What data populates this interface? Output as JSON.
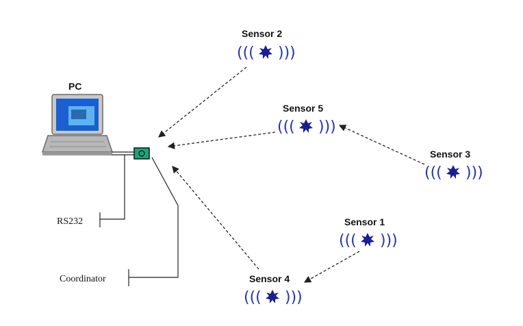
{
  "diagram": {
    "pc_label": "PC",
    "rs232_label": "RS232",
    "coordinator_label": "Coordinator",
    "sensors": [
      {
        "id": "sensor-2",
        "label": "Sensor 2"
      },
      {
        "id": "sensor-5",
        "label": "Sensor 5"
      },
      {
        "id": "sensor-3",
        "label": "Sensor 3"
      },
      {
        "id": "sensor-1",
        "label": "Sensor 1"
      },
      {
        "id": "sensor-4",
        "label": "Sensor 4"
      }
    ],
    "links": [
      {
        "from": "Sensor 2",
        "to": "Coordinator"
      },
      {
        "from": "Sensor 5",
        "to": "Coordinator"
      },
      {
        "from": "Sensor 3",
        "to": "Sensor 5"
      },
      {
        "from": "Sensor 4",
        "to": "Coordinator"
      },
      {
        "from": "Sensor 1",
        "to": "Sensor 4"
      }
    ],
    "colors": {
      "wave": "#2233aa",
      "star": "#1b1f8a",
      "coordinator": "#1fa37a",
      "screen": "#1b5fd0",
      "laptop": "#b8b8b8",
      "arrow": "#222222"
    }
  }
}
